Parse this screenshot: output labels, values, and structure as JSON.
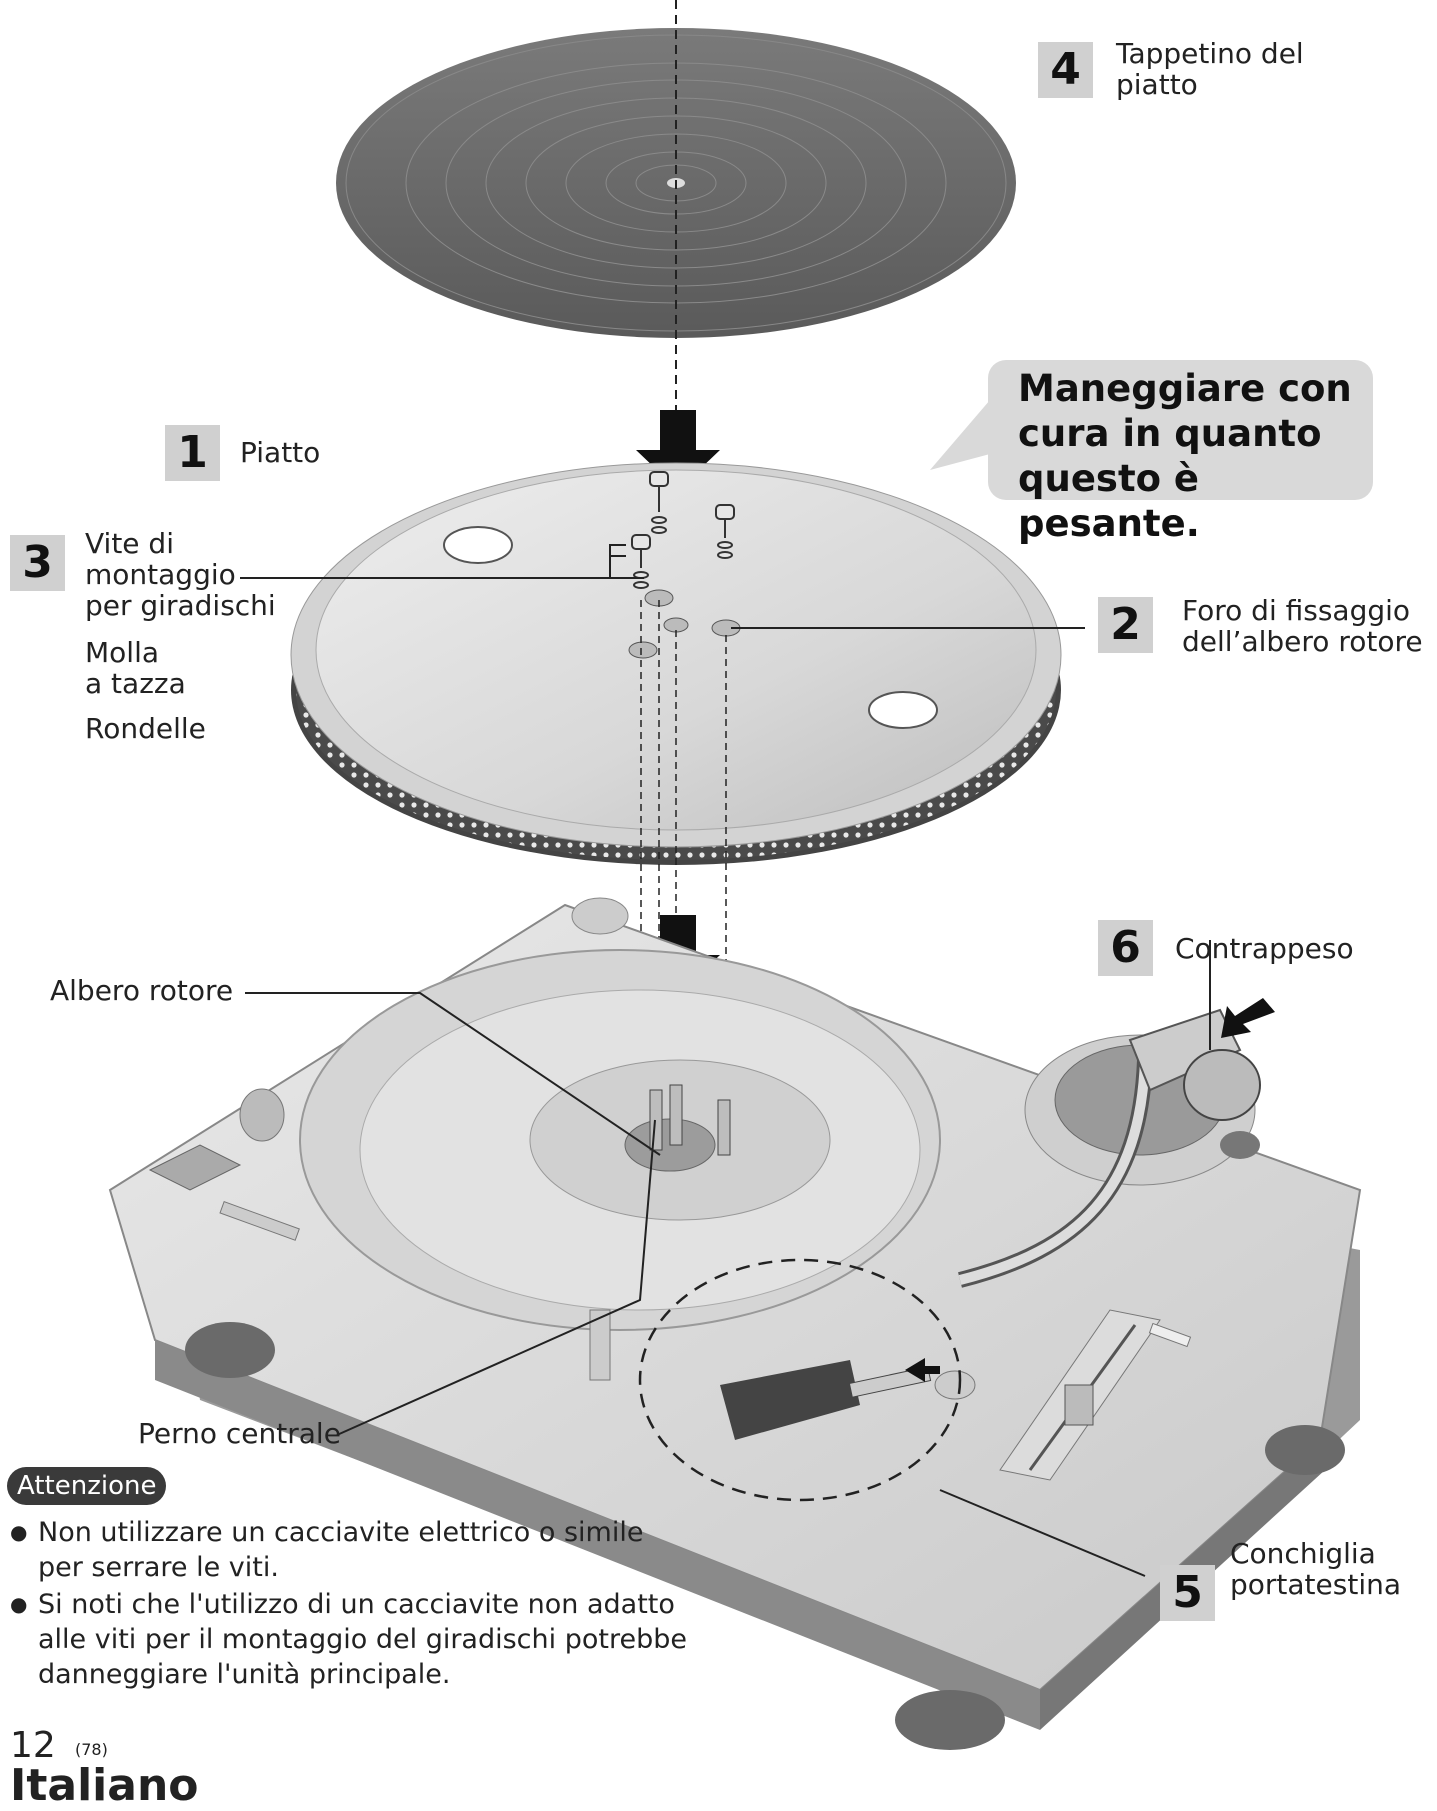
{
  "labels": {
    "mat": {
      "num": "4",
      "line1": "Tappetino del",
      "line2": "piatto"
    },
    "platter": {
      "num": "1",
      "text": "Piatto"
    },
    "screws": {
      "num": "3",
      "line1": "Vite di",
      "line2": "montaggio",
      "line3": "per giradischi"
    },
    "spring": {
      "line1": "Molla",
      "line2": "a tazza"
    },
    "washers": {
      "text": "Rondelle"
    },
    "hole": {
      "num": "2",
      "line1": "Foro di fissaggio",
      "line2": "dell’albero rotore"
    },
    "rotor": {
      "text": "Albero rotore"
    },
    "counterweight": {
      "num": "6",
      "text": "Contrappeso"
    },
    "pin": {
      "text": "Perno centrale"
    },
    "headshell": {
      "num": "5",
      "line1": "Conchiglia",
      "line2": "portatestina"
    }
  },
  "callout": {
    "line1": "Maneggiare con",
    "line2": "cura in quanto",
    "line3": "questo è pesante."
  },
  "caution": {
    "title": "Attenzione",
    "items": [
      "Non utilizzare un cacciavite elettrico o simile per serrare le viti.",
      "Si noti che l'utilizzo di un cacciavite non adatto alle viti per il montaggio del giradischi potrebbe danneggiare l'unità principale."
    ]
  },
  "footer": {
    "page": "12",
    "sub": "(78)",
    "language": "Italiano"
  }
}
